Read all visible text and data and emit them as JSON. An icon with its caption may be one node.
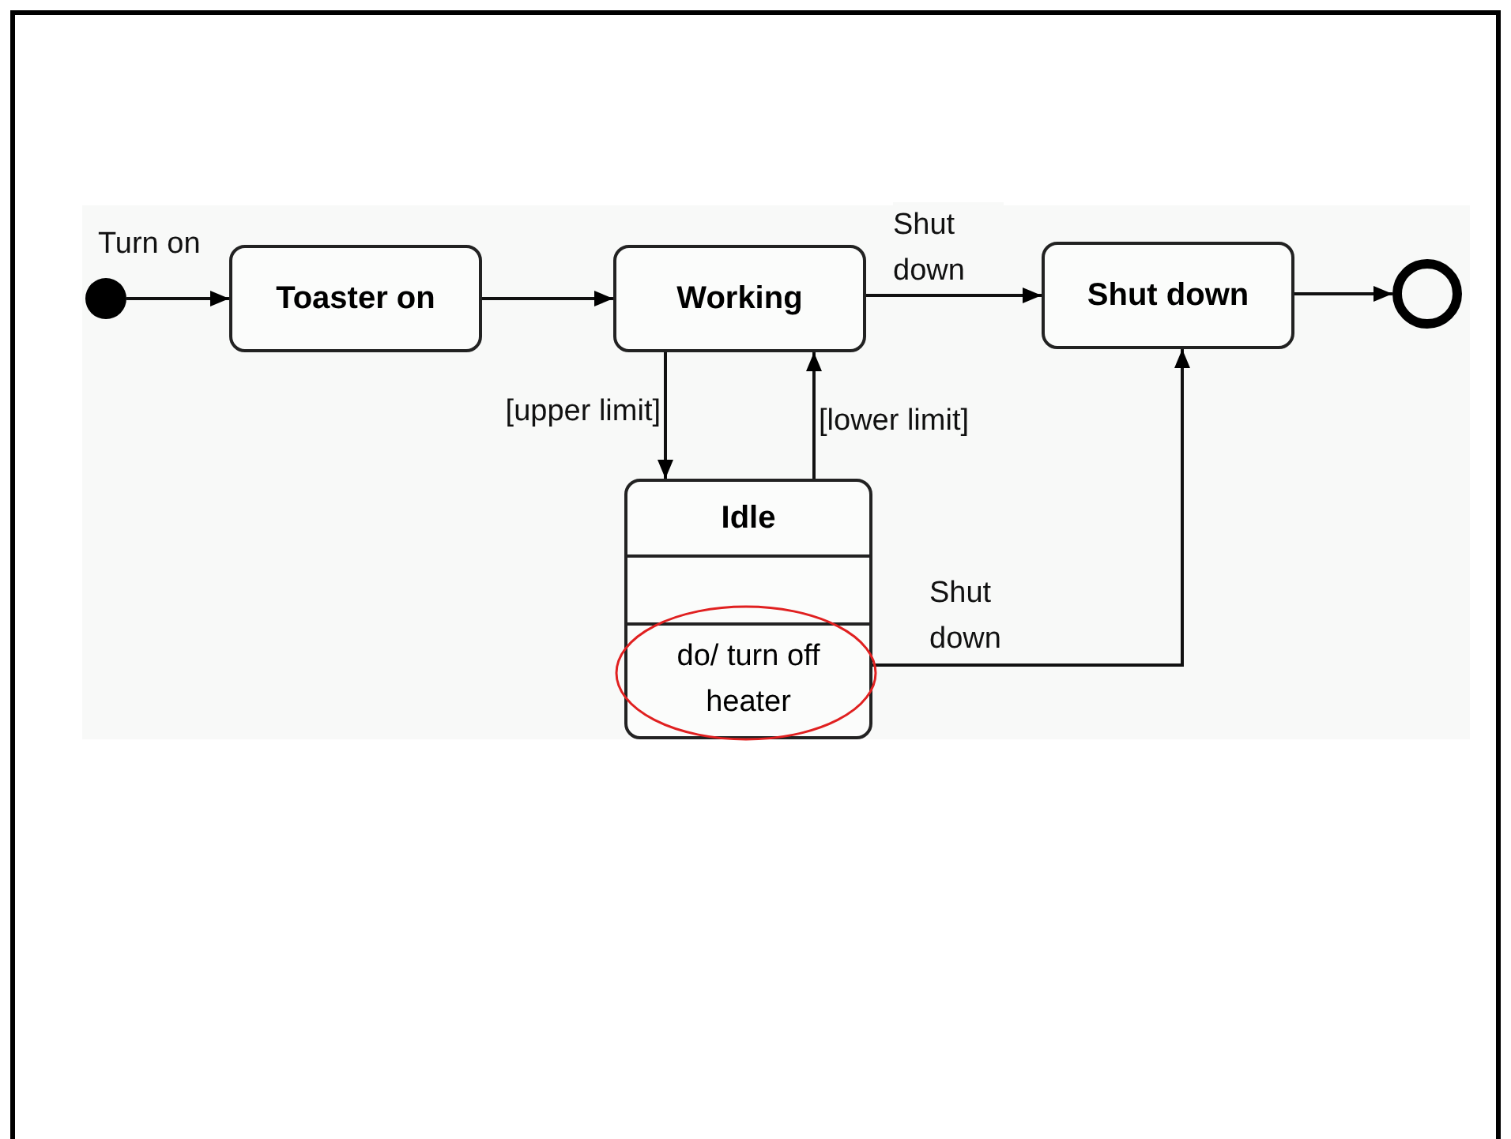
{
  "diagram": {
    "nodes": [
      {
        "text": [],
        "shape": "circle"
      },
      {
        "text": [
          "Toaster on"
        ]
      },
      {
        "text": [
          "Working"
        ]
      },
      {
        "text": [
          "Shut down"
        ]
      },
      {
        "text": [],
        "shape": "ring"
      },
      {
        "text": [
          "Idle",
          "do/ turn off heater"
        ]
      }
    ],
    "edges": [
      {
        "from": 0,
        "to": 1,
        "arrow": "to",
        "label": "Turn on"
      },
      {
        "from": 1,
        "to": 2,
        "arrow": "to"
      },
      {
        "from": 2,
        "to": 3,
        "arrow": "to",
        "label": "Shut down"
      },
      {
        "from": 3,
        "to": 4,
        "arrow": "to"
      },
      {
        "from": 2,
        "to": 5,
        "arrow": "to",
        "label": "[upper limit]"
      },
      {
        "from": 5,
        "to": 2,
        "arrow": "to",
        "label": "[lower limit]"
      },
      {
        "from": 5,
        "to": 3,
        "arrow": "to",
        "label": "Shut down"
      }
    ]
  }
}
